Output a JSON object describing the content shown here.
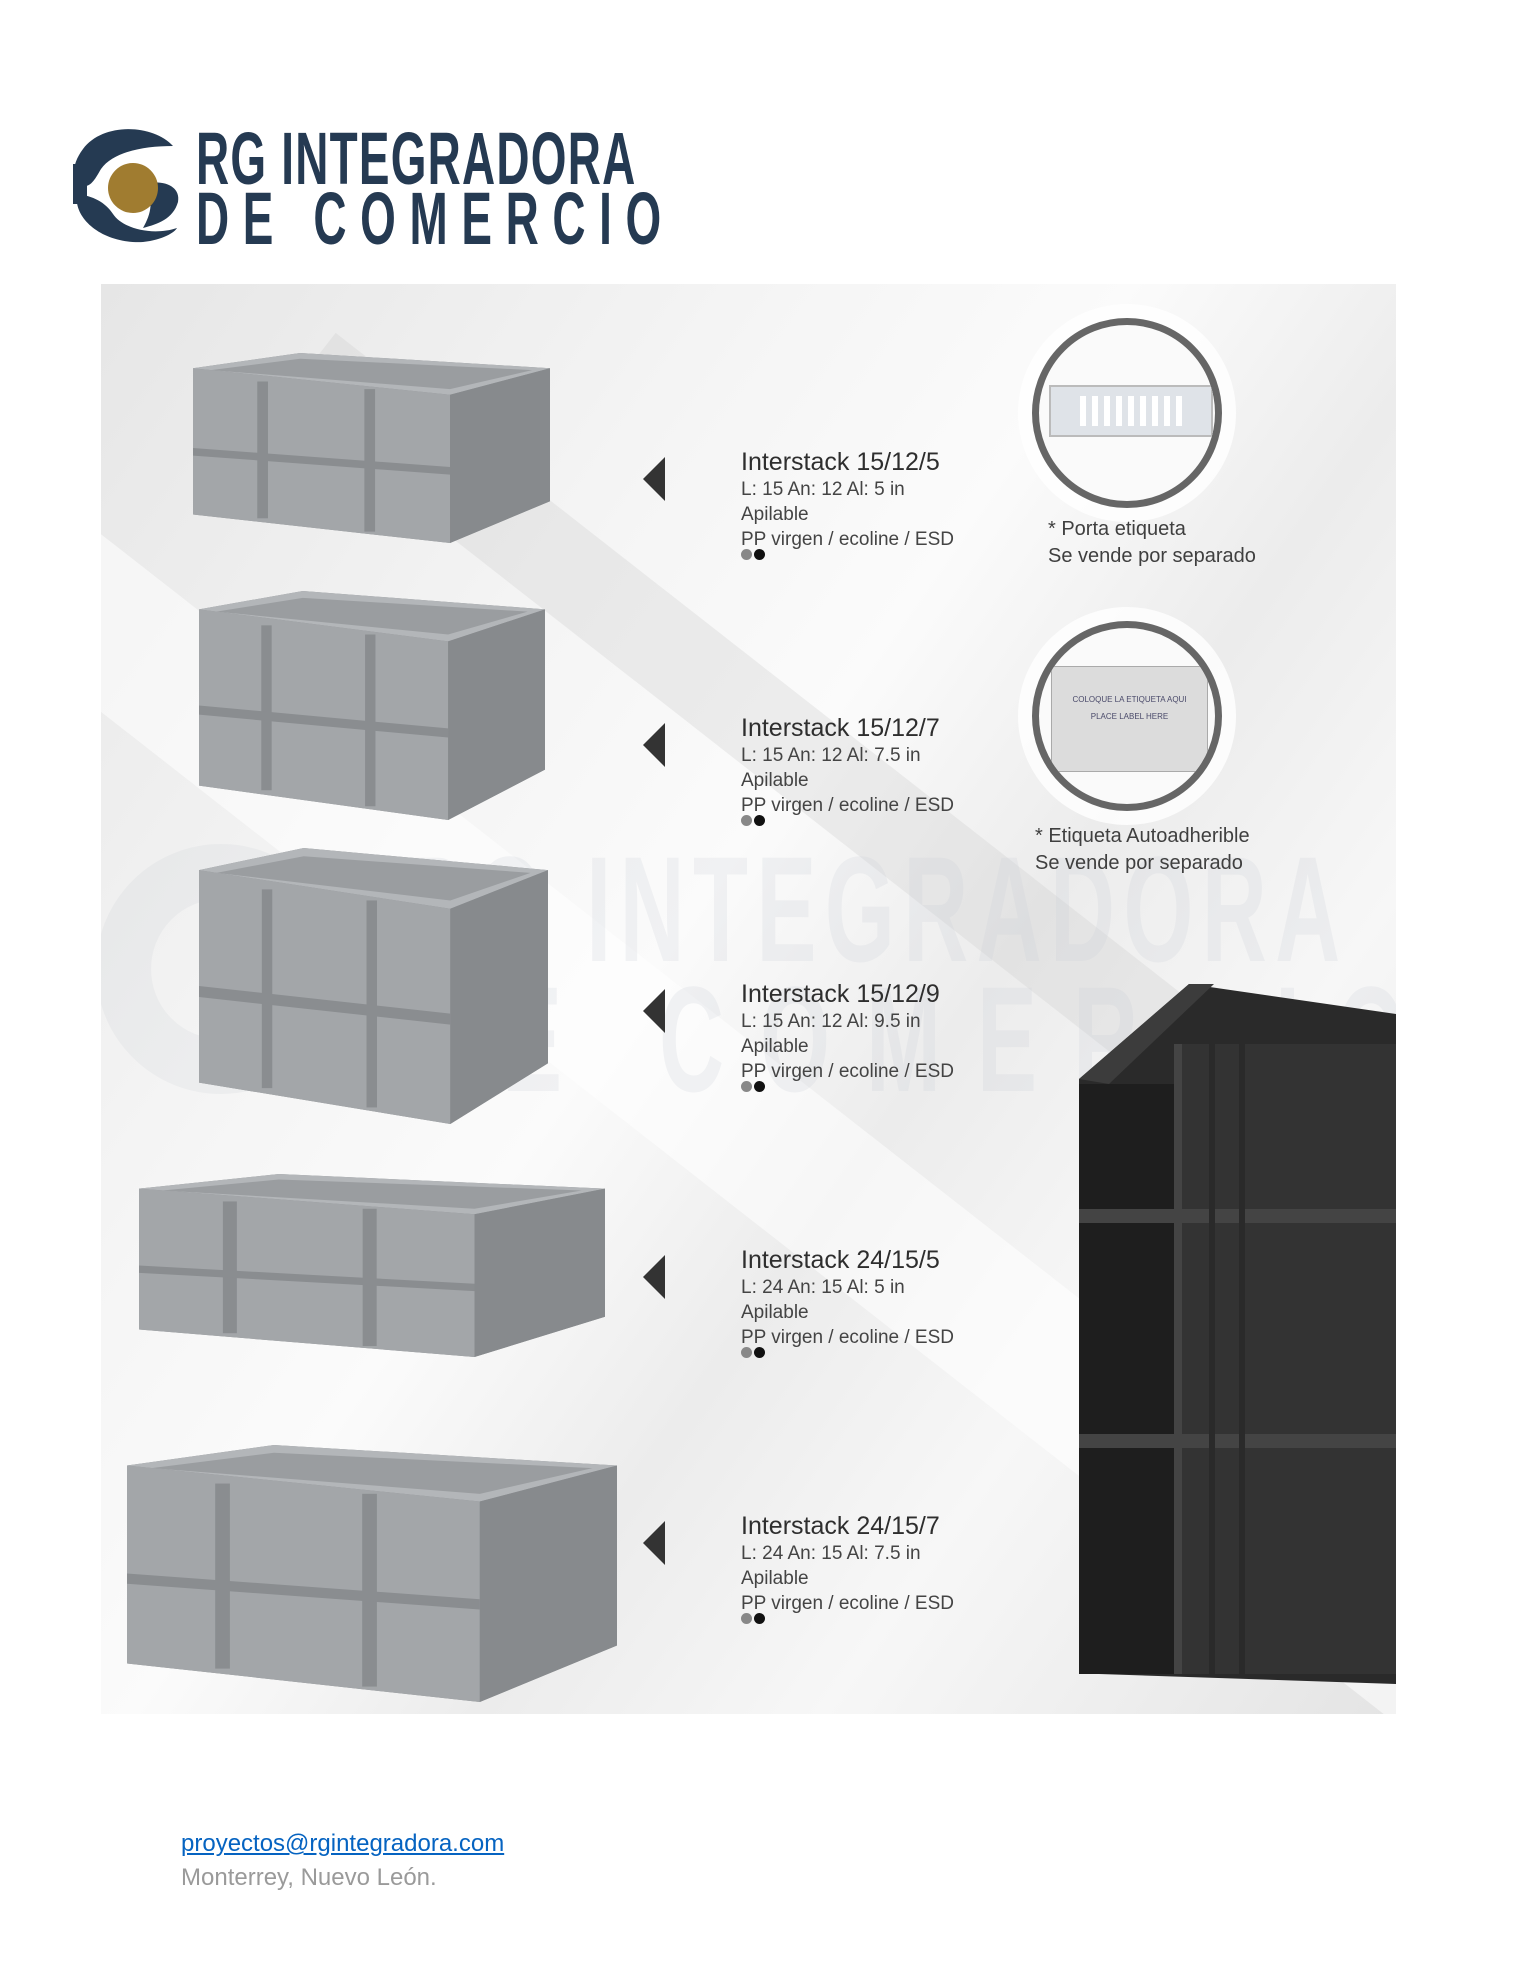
{
  "logo": {
    "line1": "RG INTEGRADORA",
    "line2": "DE COMERCIO",
    "navy": "#253a52",
    "gold": "#a07c30"
  },
  "watermark": {
    "line1": "RG INTEGRADORA",
    "line2": "DE COMERCIO"
  },
  "products": [
    {
      "title": "Interstack 15/12/5",
      "dims": "L: 15 An: 12 Al: 5 in",
      "feature": "Apilable",
      "material": "PP virgen / ecoline / ESD"
    },
    {
      "title": "Interstack 15/12/7",
      "dims": "L: 15 An: 12 Al: 7.5 in",
      "feature": "Apilable",
      "material": "PP virgen / ecoline / ESD"
    },
    {
      "title": "Interstack 15/12/9",
      "dims": "L: 15 An: 12 Al: 9.5 in",
      "feature": "Apilable",
      "material": "PP virgen / ecoline / ESD"
    },
    {
      "title": "Interstack 24/15/5",
      "dims": "L: 24 An: 15 Al: 5 in",
      "feature": "Apilable",
      "material": "PP virgen / ecoline / ESD"
    },
    {
      "title": "Interstack 24/15/7",
      "dims": "L: 24 An: 15 Al: 7.5 in",
      "feature": "Apilable",
      "material": "PP virgen / ecoline / ESD"
    }
  ],
  "color_dots": [
    "#888888",
    "#111111"
  ],
  "accessories": [
    {
      "line1": "* Porta etiqueta",
      "line2": "Se vende por separado"
    },
    {
      "line1": "* Etiqueta Autoadherible",
      "line2": "Se vende por separado",
      "card_line1": "COLOQUE LA ETIQUETA AQUI",
      "card_line2": "PLACE LABEL HERE"
    }
  ],
  "footer": {
    "email": "proyectos@rgintegradora.com",
    "location": "Monterrey, Nuevo León."
  }
}
